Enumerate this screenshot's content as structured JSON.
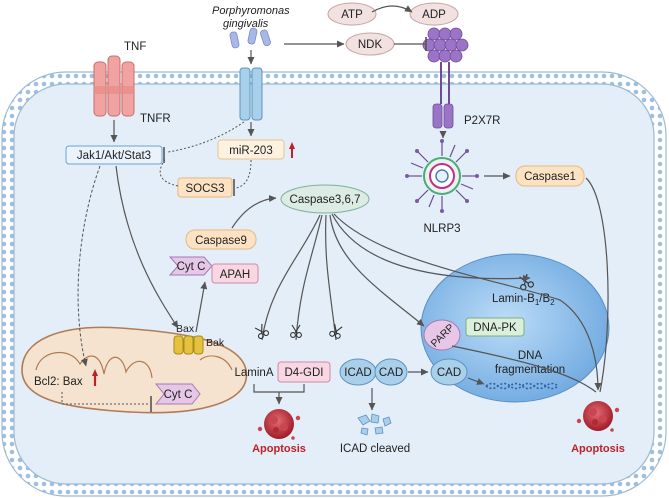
{
  "extracellular": {
    "pathogen_line1": "Porphyromonas",
    "pathogen_line2": "gingivalis",
    "tnf": "TNF",
    "atp": "ATP",
    "adp": "ADP",
    "ndk": "NDK"
  },
  "receptors": {
    "tnfr": "TNFR",
    "p2x7r": "P2X7R"
  },
  "cytoplasm": {
    "jak": "Jak1/Akt/Stat3",
    "mir": "miR-203",
    "socs3": "SOCS3",
    "caspase367": "Caspase3,6,7",
    "caspase9": "Caspase9",
    "cytc": "Cyt C",
    "apah": "APAH",
    "nlrp3": "NLRP3",
    "caspase1": "Caspase1",
    "bax": "Bax",
    "bak": "Bak"
  },
  "mitochondrion": {
    "bcl2bax": "Bcl2: Bax",
    "cytc": "Cyt C"
  },
  "targets": {
    "lamina": "LaminA",
    "d4gdi": "D4-GDI",
    "icad": "ICAD",
    "cad": "CAD",
    "cad2": "CAD",
    "icad_cleaved": "ICAD cleaved",
    "apoptosis_left": "Apoptosis",
    "apoptosis_right": "Apoptosis"
  },
  "nucleus": {
    "lamin_b": "Lamin-B",
    "lamin_sub1": "1",
    "lamin_slash": "/B",
    "lamin_sub2": "2",
    "parp": "PARP",
    "dnapk": "DNA-PK",
    "dna_frag_line1": "DNA",
    "dna_frag_line2": "fragmentation"
  },
  "colors": {
    "cell_fill": "#e3eef8",
    "cell_border": "#8fb0cc",
    "nucleus_fill": "#8ec0ee",
    "apoptosis_text": "#c0202a",
    "arrow": "#555555"
  }
}
